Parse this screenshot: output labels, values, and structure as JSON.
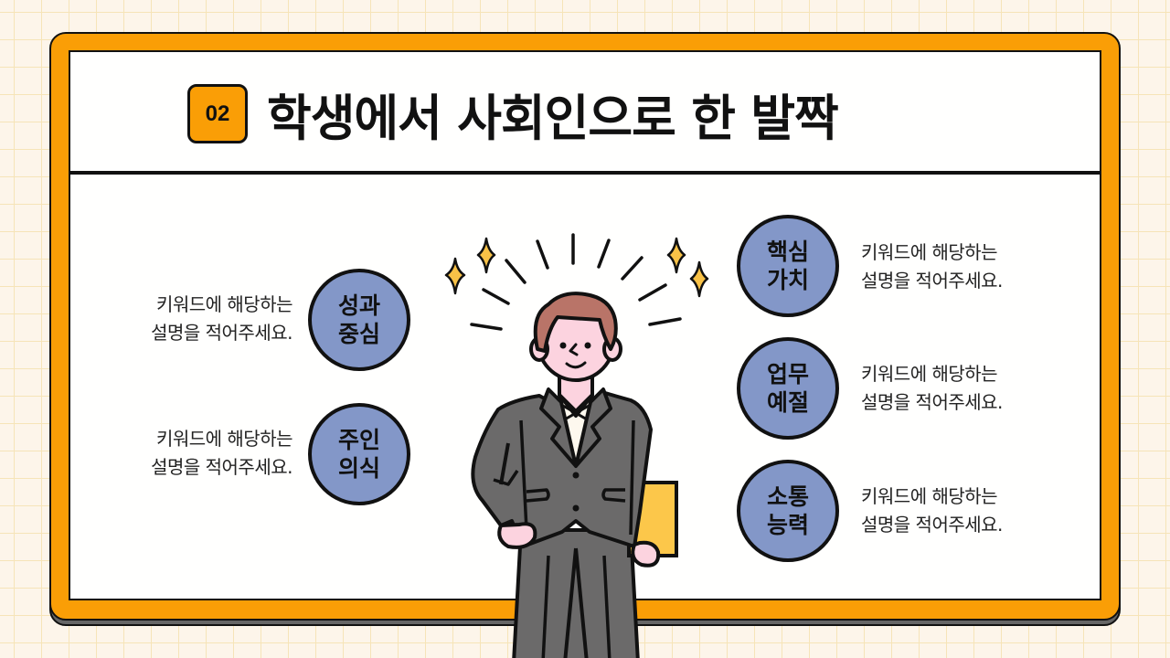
{
  "slide": {
    "number_badge": "02",
    "title": "학생에서 사회인으로 한 발짝",
    "colors": {
      "frame": "#fa9e06",
      "panel": "#fffffe",
      "keyword_circle": "#8397c8",
      "background": "#fdf5ea",
      "grid": "#f6e4b8",
      "outline": "#111111"
    }
  },
  "keywords_left": [
    {
      "line1": "성과",
      "line2": "중심",
      "desc_line1": "키워드에 해당하는",
      "desc_line2": "설명을 적어주세요."
    },
    {
      "line1": "주인",
      "line2": "의식",
      "desc_line1": "키워드에 해당하는",
      "desc_line2": "설명을 적어주세요."
    }
  ],
  "keywords_right": [
    {
      "line1": "핵심",
      "line2": "가치",
      "desc_line1": "키워드에 해당하는",
      "desc_line2": "설명을 적어주세요."
    },
    {
      "line1": "업무",
      "line2": "예절",
      "desc_line1": "키워드에 해당하는",
      "desc_line2": "설명을 적어주세요."
    },
    {
      "line1": "소통",
      "line2": "능력",
      "desc_line1": "키워드에 해당하는",
      "desc_line2": "설명을 적어주세요."
    }
  ],
  "illustration": {
    "subject": "businessman-in-suit-with-folder",
    "colors": {
      "suit": "#6b6a6a",
      "skin": "#fcd3df",
      "hair": "#b97468",
      "shirt": "#fdf8ee",
      "folder": "#fcc74a",
      "sparkle": "#f9c247"
    }
  }
}
